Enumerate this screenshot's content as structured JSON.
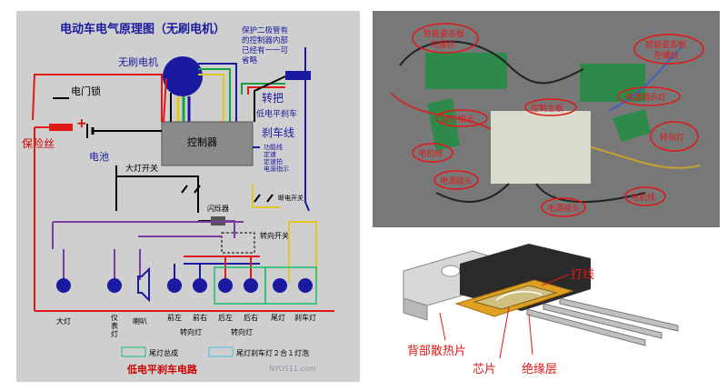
{
  "wiring_diagram": {
    "title": "电动车电气原理图（无刷电机）",
    "motor_label": "无刷电机",
    "note": "保护二极管有的控制器内部已经有一一可省略",
    "throttle_label": "转把",
    "low_level_brake": "低电平刹车",
    "controller_label": "控制器",
    "brake_wire_label": "刹车线",
    "function_lines": "功能线\n定速\n定速拍\n电源指示",
    "door_lock_label": "电门锁",
    "fuse_label": "保险丝",
    "battery_label": "电池",
    "headlight_switch_label": "大灯开关",
    "flasher_label": "闪烁器",
    "brake_switch_label": "断电开关",
    "turn_switch_label": "转向开关",
    "lamp_labels": [
      "大灯",
      "仪表灯",
      "喇叭",
      "前左",
      "前右",
      "后左",
      "后右",
      "尾灯",
      "刹车灯"
    ],
    "turn_lamp_label": "转向灯",
    "legend_total": "尾灯总成",
    "legend_combo": "尾灯刹车灯２合１灯泡",
    "footer": "低电平刹车电路",
    "watermark": "NYO511.com",
    "colors": {
      "red": "#e01818",
      "blue": "#1a1aa0",
      "purple": "#7a3aa0",
      "green": "#18a040",
      "yellow": "#e0c820"
    }
  },
  "board_photo": {
    "labels": [
      "智能姿态板",
      "陀螺仪",
      "智能姿态板",
      "陀螺仪",
      "运行指示",
      "控制主板",
      "电源指示灯",
      "转向灯",
      "电机线",
      "电源插头",
      "电源插头",
      "电机线"
    ]
  },
  "mosfet_diagram": {
    "labels": [
      "打线",
      "背部散热片",
      "芯片",
      "绝缘层"
    ]
  }
}
